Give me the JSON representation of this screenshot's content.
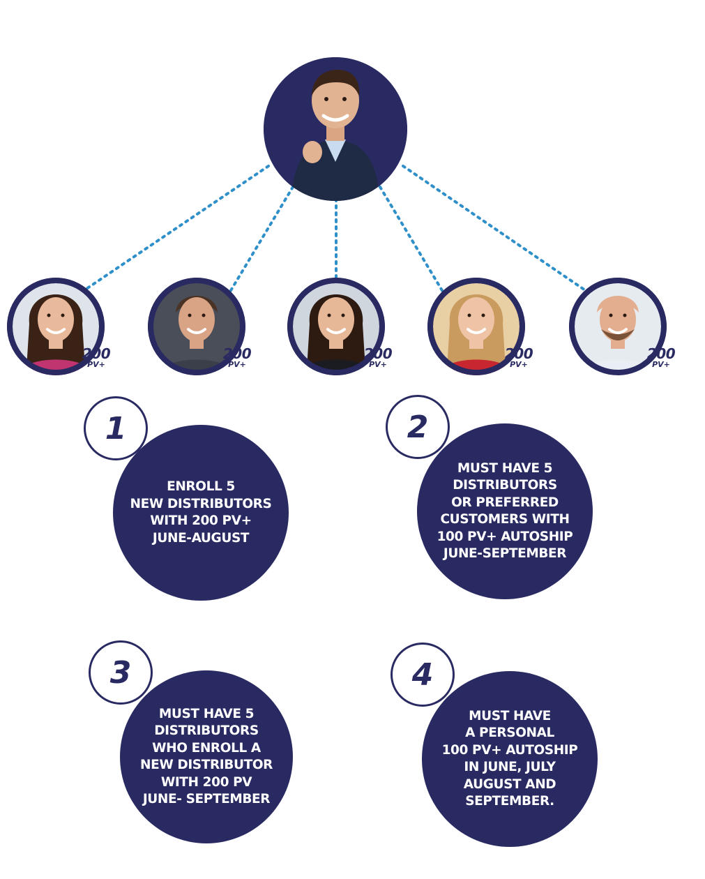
{
  "colors": {
    "navy": "#2a2a63",
    "dotted_line": "#2e8fc9",
    "white": "#ffffff"
  },
  "top_person": {
    "icon": "leader-photo"
  },
  "members": [
    {
      "icon": "woman-photo",
      "pv_amount": "200",
      "pv_unit": "PV+"
    },
    {
      "icon": "man-photo",
      "pv_amount": "200",
      "pv_unit": "PV+"
    },
    {
      "icon": "woman-photo",
      "pv_amount": "200",
      "pv_unit": "PV+"
    },
    {
      "icon": "woman-photo",
      "pv_amount": "200",
      "pv_unit": "PV+"
    },
    {
      "icon": "man-photo",
      "pv_amount": "200",
      "pv_unit": "PV+"
    }
  ],
  "steps": [
    {
      "number": "1",
      "text": "ENROLL 5\nNEW DISTRIBUTORS\nWITH 200 PV+\nJUNE-AUGUST"
    },
    {
      "number": "2",
      "text": "MUST HAVE 5\nDISTRIBUTORS\nOR PREFERRED\nCUSTOMERS WITH\n100 PV+ AUTOSHIP\nJUNE-SEPTEMBER"
    },
    {
      "number": "3",
      "text": "MUST HAVE 5\nDISTRIBUTORS\nWHO ENROLL A\nNEW DISTRIBUTOR\nWITH 200 PV\nJUNE- SEPTEMBER"
    },
    {
      "number": "4",
      "text": "MUST HAVE\nA PERSONAL\n100 PV+ AUTOSHIP\nIN JUNE, JULY\nAUGUST AND\nSEPTEMBER."
    }
  ]
}
